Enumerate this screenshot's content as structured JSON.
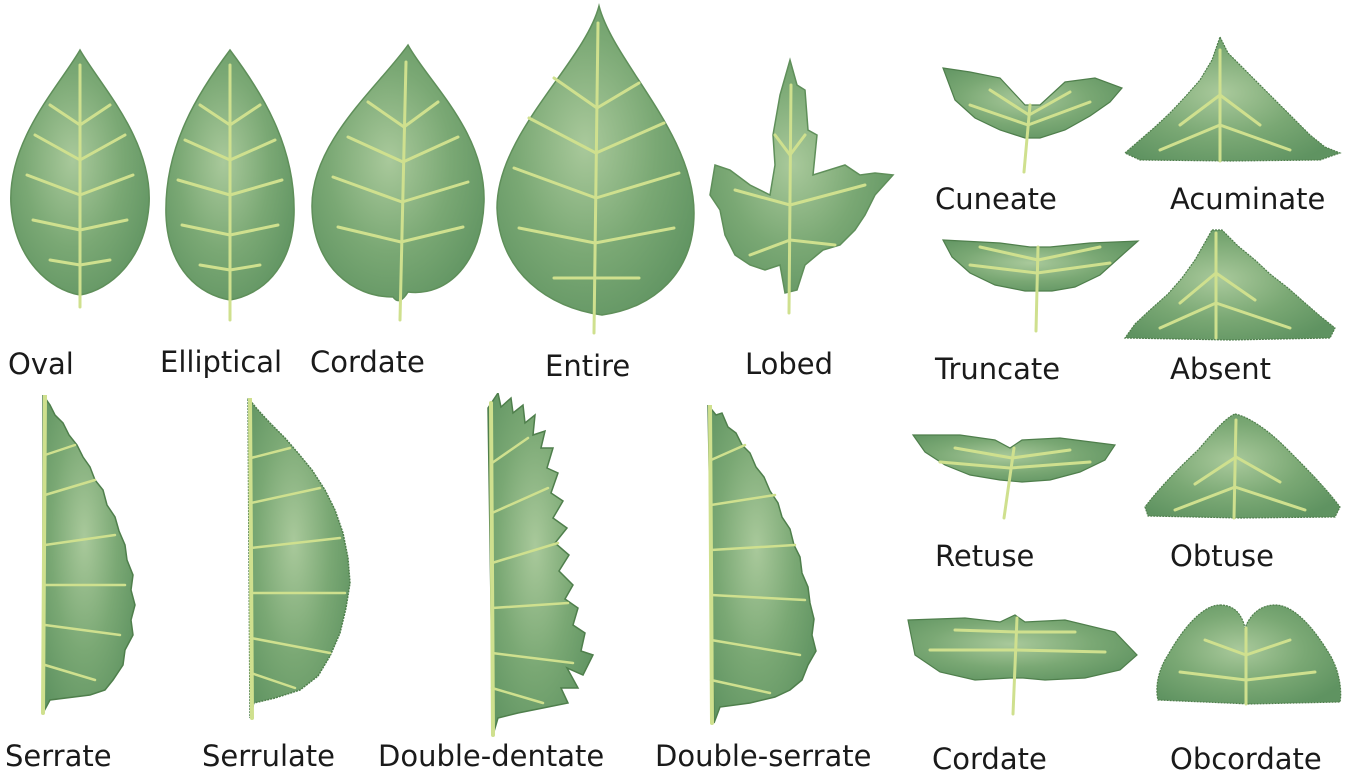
{
  "colors": {
    "leaf_fill": "#7aa874",
    "leaf_light": "#a9c99b",
    "leaf_edge": "#4f7f4c",
    "vein": "#cfe08e",
    "text": "#1a1a1a"
  },
  "labels": {
    "oval": "Oval",
    "elliptical": "Elliptical",
    "cordate_shape": "Cordate",
    "entire": "Entire",
    "lobed": "Lobed",
    "serrate": "Serrate",
    "serrulate": "Serrulate",
    "double_dentate": "Double-dentate",
    "double_serrate": "Double-serrate",
    "cuneate": "Cuneate",
    "acuminate": "Acuminate",
    "truncate": "Truncate",
    "absent": "Absent",
    "retuse": "Retuse",
    "obtuse": "Obtuse",
    "cordate_base": "Cordate",
    "obcordate": "Obcordate"
  }
}
